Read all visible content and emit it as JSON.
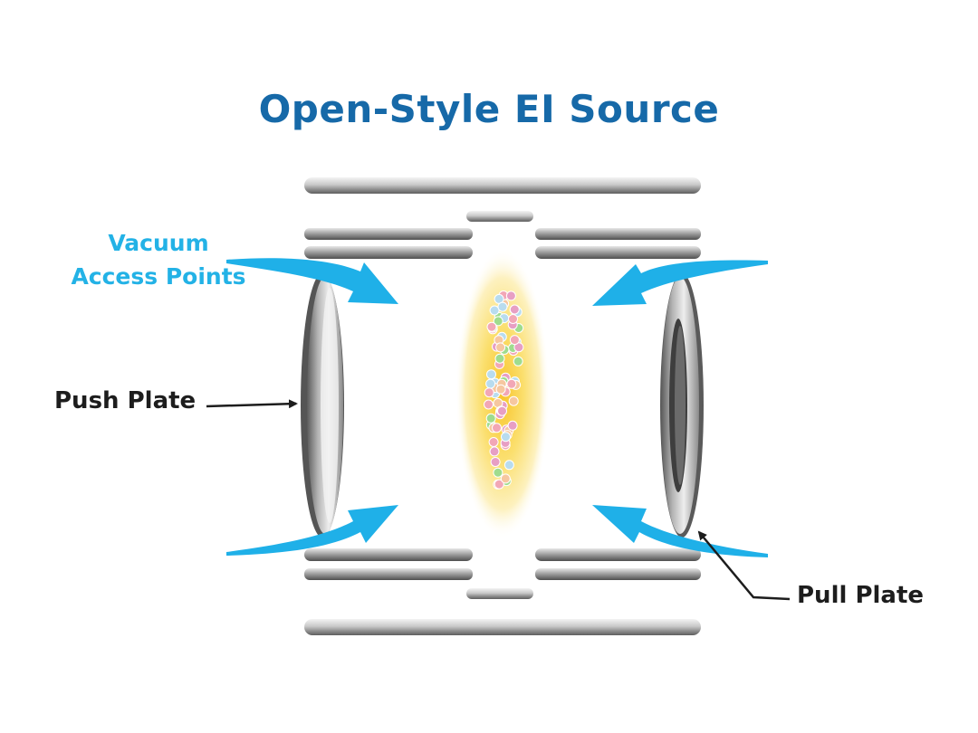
{
  "title": "Open-Style EI Source",
  "labels": {
    "vacuum_line1": "Vacuum",
    "vacuum_line2": "Access Points",
    "push_plate": "Push Plate",
    "pull_plate": "Pull Plate"
  },
  "colors": {
    "title": "#1669a8",
    "vacuum_label": "#23b2e6",
    "arrows": "#1fb0e8",
    "pointer_text": "#1d1d1d",
    "glow": "#fbd64a"
  }
}
